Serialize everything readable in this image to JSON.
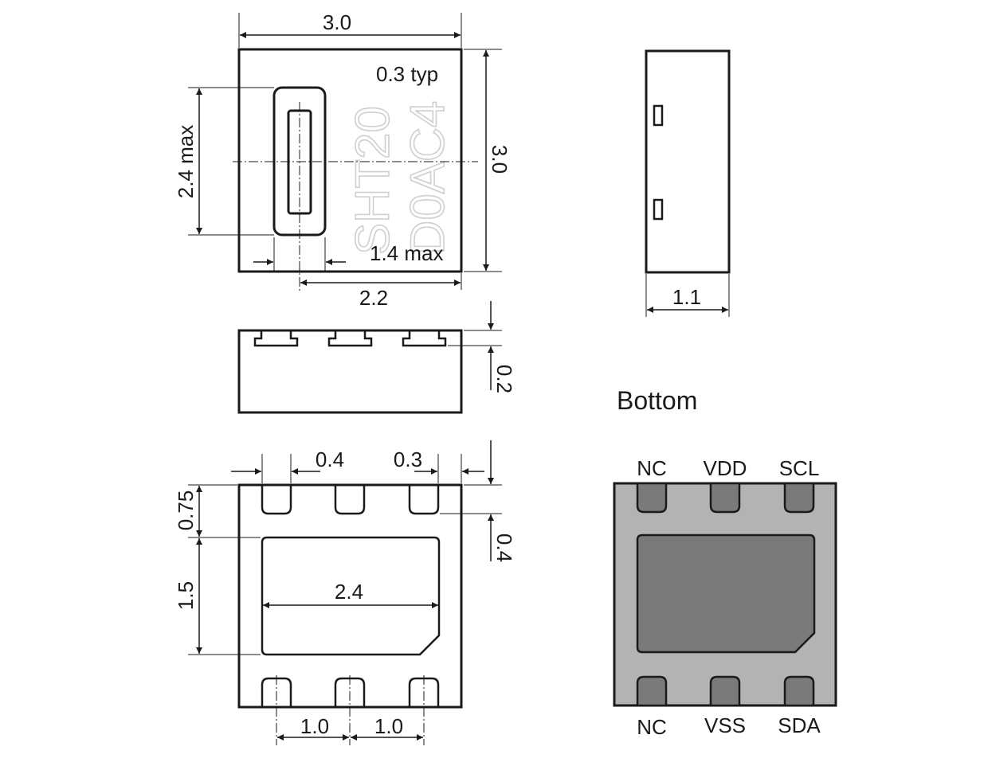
{
  "top_view": {
    "width": "3.0",
    "height": "3.0",
    "opening_width": "0.3 typ",
    "cap_height": "2.4 max",
    "cap_width": "1.4 max",
    "center_offset": "2.2",
    "marking_line1": "SHT20",
    "marking_line2": "D0AC4"
  },
  "side_view_right": {
    "thickness": "1.1"
  },
  "side_view_front": {
    "pad_height": "0.2"
  },
  "bottom_dimensioned": {
    "pad_width": "0.4",
    "pad_edge_gap": "0.3",
    "pad_length": "0.4",
    "row_offset": "0.75",
    "die_pad_height": "1.5",
    "die_pad_width": "2.4",
    "pitch_left": "1.0",
    "pitch_right": "1.0"
  },
  "bottom_pinout": {
    "title": "Bottom",
    "top_pins": [
      "NC",
      "VDD",
      "SCL"
    ],
    "bottom_pins": [
      "NC",
      "VSS",
      "SDA"
    ],
    "body_color": "#b3b3b3",
    "pad_color": "#7a7a7a"
  }
}
